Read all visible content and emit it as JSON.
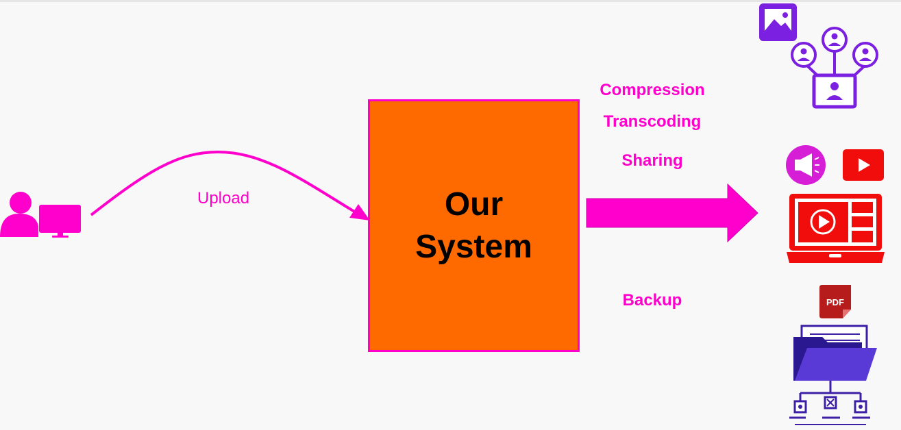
{
  "system": {
    "label": "Our\nSystem"
  },
  "upload": {
    "label": "Upload"
  },
  "operations": [
    "Compression",
    "Transcoding",
    "Sharing",
    "Backup"
  ],
  "pdf_icon_text": "PDF",
  "colors": {
    "background": "#f8f8f8",
    "accent": "#ff00cc",
    "system_fill": "#ff6a00",
    "purple": "#7b1fe0",
    "indigo": "#3d1fa6",
    "red": "#f20d0d",
    "pdf": "#b71c1c"
  }
}
